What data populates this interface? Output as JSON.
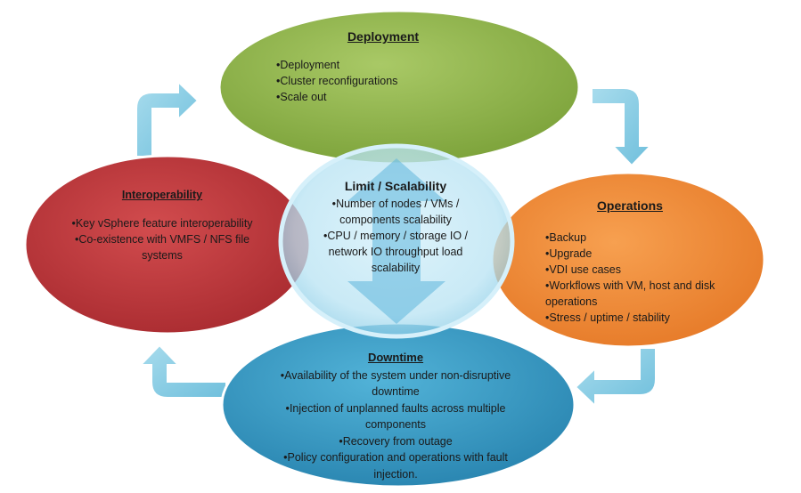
{
  "nodes": {
    "deployment": {
      "title": "Deployment",
      "items": [
        "Deployment",
        "Cluster reconfigurations",
        "Scale out"
      ],
      "color": "#8db14a"
    },
    "interoperability": {
      "title": "Interoperability",
      "items": [
        "Key vSphere feature interoperability",
        "Co-existence with VMFS / NFS file systems"
      ],
      "color": "#c0393c"
    },
    "operations": {
      "title": "Operations",
      "items": [
        "Backup",
        "Upgrade",
        "VDI use cases",
        "Workflows with VM, host and disk operations",
        "Stress  / uptime / stability"
      ],
      "color": "#f08c3c"
    },
    "downtime": {
      "title": "Downtime",
      "items": [
        "Availability of the system under non-disruptive downtime",
        "Injection of unplanned faults across multiple components",
        "Recovery from outage",
        "Policy configuration and operations with fault injection."
      ],
      "color": "#3d9fc7"
    },
    "scalability": {
      "title": "Limit / Scalability",
      "items": [
        "Number of nodes / VMs / components scalability",
        "CPU / memory / storage IO / network IO throughput load scalability"
      ],
      "color": "#bfe6f5"
    }
  },
  "arrow_color": "#8fd0e6"
}
